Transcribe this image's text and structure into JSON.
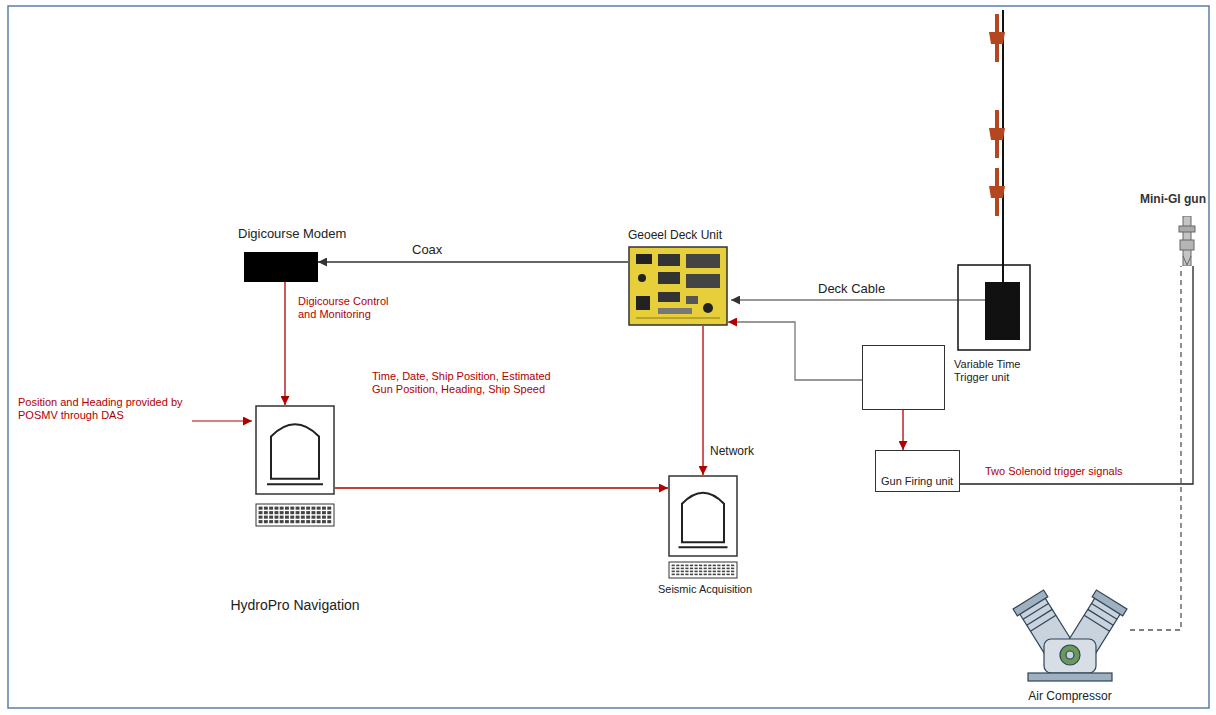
{
  "diagram": {
    "nodes": [
      {
        "text": [
          "Digicourse Modem"
        ]
      },
      {
        "text": [
          "Geoeel Deck Unit"
        ]
      },
      {
        "text": [
          "Variable Time Trigger unit"
        ]
      },
      {
        "text": [
          "Gun Firing unit"
        ]
      },
      {
        "text": [
          "HydroPro Navigation"
        ]
      },
      {
        "text": [
          "Seismic Acquisition"
        ]
      },
      {
        "text": [
          "Mini-GI gun"
        ]
      },
      {
        "text": [
          "Air Compressor"
        ]
      }
    ],
    "edges": [
      {
        "from": 1,
        "to": 0,
        "label": "Coax",
        "arrow": "to"
      },
      {
        "from": 0,
        "to": 4,
        "label": "Digicourse Control and Monitoring",
        "arrow": "to"
      },
      {
        "from": 1,
        "to": 5,
        "label": "Network",
        "arrow": "to"
      },
      {
        "from": 4,
        "to": 5,
        "label": "Time, Date, Ship Position, Estimated Gun Position, Heading, Ship Speed",
        "arrow": "to"
      },
      {
        "from": 2,
        "to": 1,
        "arrow": "to"
      },
      {
        "from": 2,
        "to": 3,
        "arrow": "to"
      },
      {
        "from": 3,
        "to": 6,
        "label": "Two Solenoid trigger signals",
        "arrow": "none"
      },
      {
        "from": 7,
        "to": 6,
        "arrow": "none"
      }
    ],
    "labels": [
      "Deck Cable",
      "Position and Heading provided by POSMV through DAS"
    ]
  }
}
